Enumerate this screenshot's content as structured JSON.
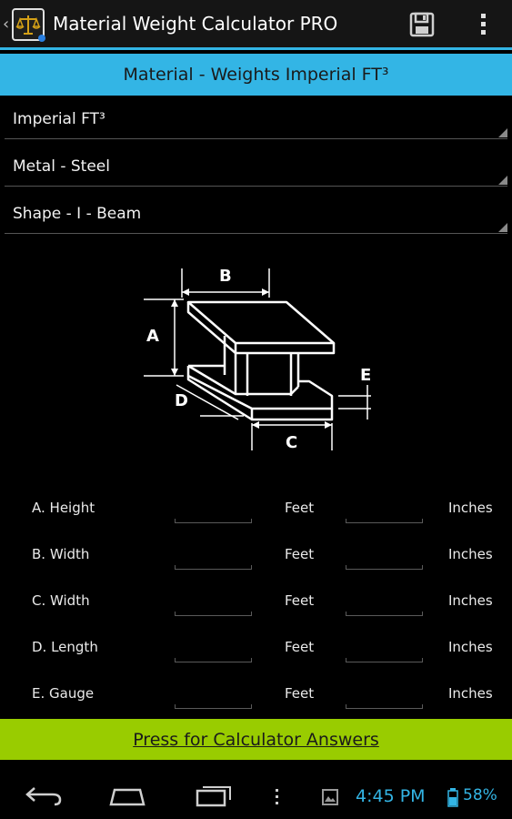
{
  "app": {
    "title": "Material Weight Calculator PRO"
  },
  "section_header": "Material - Weights Imperial FT³",
  "spinners": [
    {
      "value": "Imperial FT³"
    },
    {
      "value": "Metal - Steel"
    },
    {
      "value": "Shape - I - Beam"
    }
  ],
  "diagram": {
    "labels": {
      "a": "A",
      "b": "B",
      "c": "C",
      "d": "D",
      "e": "E"
    }
  },
  "rows": [
    {
      "label": "A. Height",
      "feet_value": "",
      "feet_unit": "Feet",
      "inches_value": "",
      "inches_unit": "Inches"
    },
    {
      "label": "B. Width",
      "feet_value": "",
      "feet_unit": "Feet",
      "inches_value": "",
      "inches_unit": "Inches"
    },
    {
      "label": "C. Width",
      "feet_value": "",
      "feet_unit": "Feet",
      "inches_value": "",
      "inches_unit": "Inches"
    },
    {
      "label": "D. Length",
      "feet_value": "",
      "feet_unit": "Feet",
      "inches_value": "",
      "inches_unit": "Inches"
    },
    {
      "label": "E. Gauge",
      "feet_value": "",
      "feet_unit": "Feet",
      "inches_value": "",
      "inches_unit": "Inches"
    }
  ],
  "calc_button": "Press for Calculator Answers",
  "status": {
    "time": "4:45 PM",
    "battery": "58%"
  },
  "colors": {
    "accent": "#33b5e5",
    "button_green": "#99cc00",
    "background": "#000000"
  }
}
